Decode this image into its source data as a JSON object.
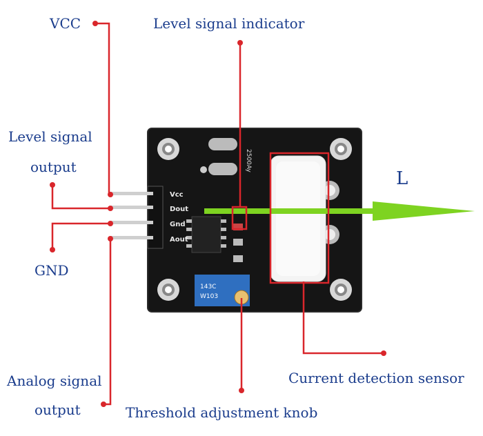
{
  "labels": {
    "vcc": "VCC",
    "level_indicator": "Level signal indicator",
    "level_output_line1": "Level signal",
    "level_output_line2": "output",
    "gnd": "GND",
    "analog_line1": "Analog signal",
    "analog_line2": "output",
    "threshold": "Threshold adjustment knob",
    "current_sensor": "Current detection sensor",
    "arrow_label": "L"
  },
  "board": {
    "pins": [
      "Vcc",
      "Dout",
      "Gnd",
      "Aout"
    ],
    "sensor_text": "2500Ay",
    "pot_text_1": "143C",
    "pot_text_2": "W103"
  },
  "colors": {
    "label_text": "#1a3c8c",
    "leader_line": "#d9262b",
    "arrow": "#7ed321",
    "board": "#1a1a1a",
    "potentiometer": "#2f6fc0"
  }
}
